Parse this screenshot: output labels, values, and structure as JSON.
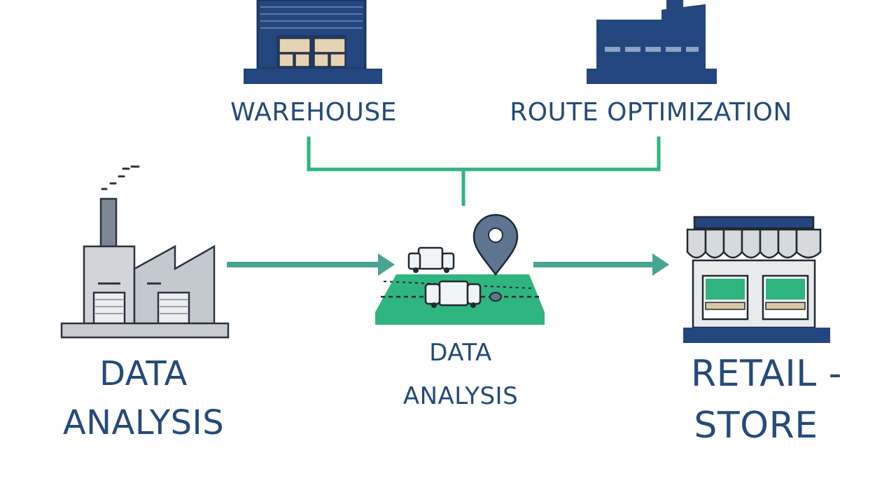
{
  "nodes": {
    "warehouse": {
      "label": "WAREHOUSE",
      "icon": "warehouse-icon"
    },
    "route_optimization": {
      "label": "ROUTE OPTIMIZATION",
      "icon": "factory-icon"
    },
    "left": {
      "line1": "DATA",
      "line2": "ANALYSIS",
      "icon": "factory-icon"
    },
    "center": {
      "line1": "DATA",
      "line2": "ANALYSIS",
      "icon": "map-pin-platform-icon"
    },
    "right": {
      "line1": "RETAIL -",
      "line2": "STORE",
      "icon": "retail-store-icon"
    }
  },
  "colors": {
    "navy": "#24467f",
    "text": "#264a79",
    "green": "#2fb57f",
    "teal_arrow": "#4aa493",
    "gray": "#c8ccd0",
    "outline": "#2b3340"
  }
}
